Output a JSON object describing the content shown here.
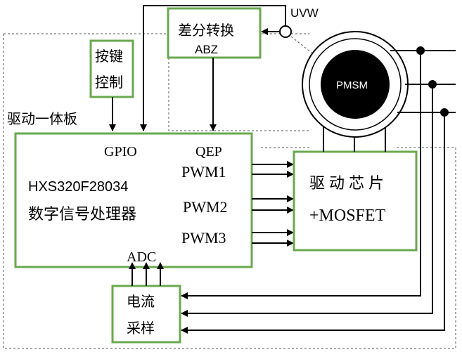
{
  "labels": {
    "diff_converter": "差分转换",
    "abz": "ABZ",
    "uvw": "UVW",
    "key_control_1": "按键",
    "key_control_2": "控制",
    "driver_integrated": "驱动一体板",
    "pmsm": "PMSM",
    "gpio": "GPIO",
    "qep": "QEP",
    "dsp_model": "HXS320F28034",
    "dsp_desc": "数字信号处理器",
    "pwm1": "PWM1",
    "pwm2": "PWM2",
    "pwm3": "PWM3",
    "driver_chip": "驱动芯片",
    "mosfet": "+MOSFET",
    "adc": "ADC",
    "current_sample_1": "电流",
    "current_sample_2": "采样"
  },
  "colors": {
    "block_border": "#6aa84f",
    "line": "#000000",
    "dashed": "#555555",
    "motor_core": "#000000",
    "motor_label": "#ffffff"
  }
}
